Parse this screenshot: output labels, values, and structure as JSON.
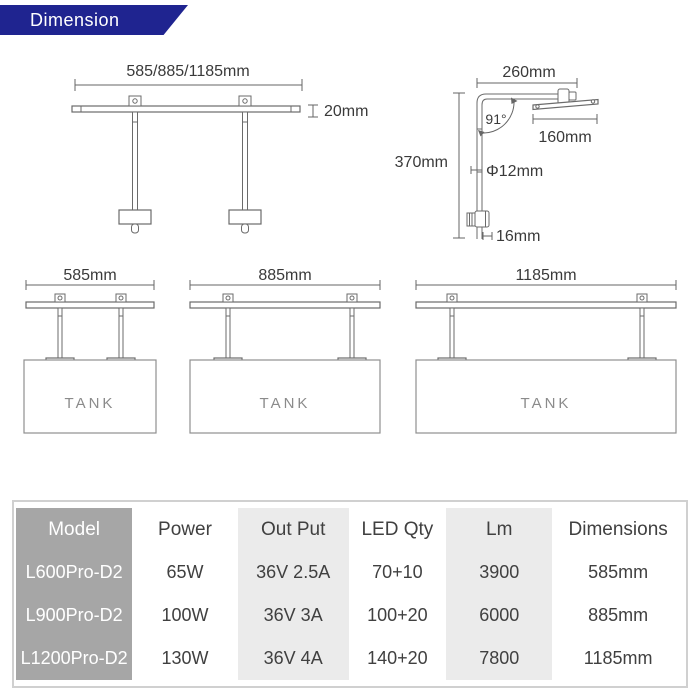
{
  "header": {
    "title": "Dimension"
  },
  "colors": {
    "banner_bg": "#1f2490",
    "banner_text": "#ffffff",
    "line": "#666666",
    "label_text": "#3a3a3a",
    "tank_text": "#8b8b8b",
    "table_border": "#d0d0d0",
    "model_col_bg": "#a6a6a6",
    "model_col_text": "#ffffff",
    "shaded_col_bg": "#ebebeb",
    "table_text": "#404040"
  },
  "front_view": {
    "width_label": "585/885/1185mm",
    "thickness_label": "20mm"
  },
  "side_view": {
    "arm_label": "260mm",
    "height_label": "370mm",
    "angle_label": "91°",
    "lightbar_label": "160mm",
    "pole_diameter_label": "Φ12mm",
    "clamp_label": "16mm"
  },
  "tank_views": [
    {
      "width_label": "585mm",
      "name_label": "TANK"
    },
    {
      "width_label": "885mm",
      "name_label": "TANK"
    },
    {
      "width_label": "1185mm",
      "name_label": "TANK"
    }
  ],
  "spec_table": {
    "columns": [
      "Model",
      "Power",
      "Out Put",
      "LED Qty",
      "Lm",
      "Dimensions"
    ],
    "rows": [
      [
        "L600Pro-D2",
        "65W",
        "36V 2.5A",
        "70+10",
        "3900",
        "585mm"
      ],
      [
        "L900Pro-D2",
        "100W",
        "36V 3A",
        "100+20",
        "6000",
        "885mm"
      ],
      [
        "L1200Pro-D2",
        "130W",
        "36V 4A",
        "140+20",
        "7800",
        "1185mm"
      ]
    ]
  }
}
